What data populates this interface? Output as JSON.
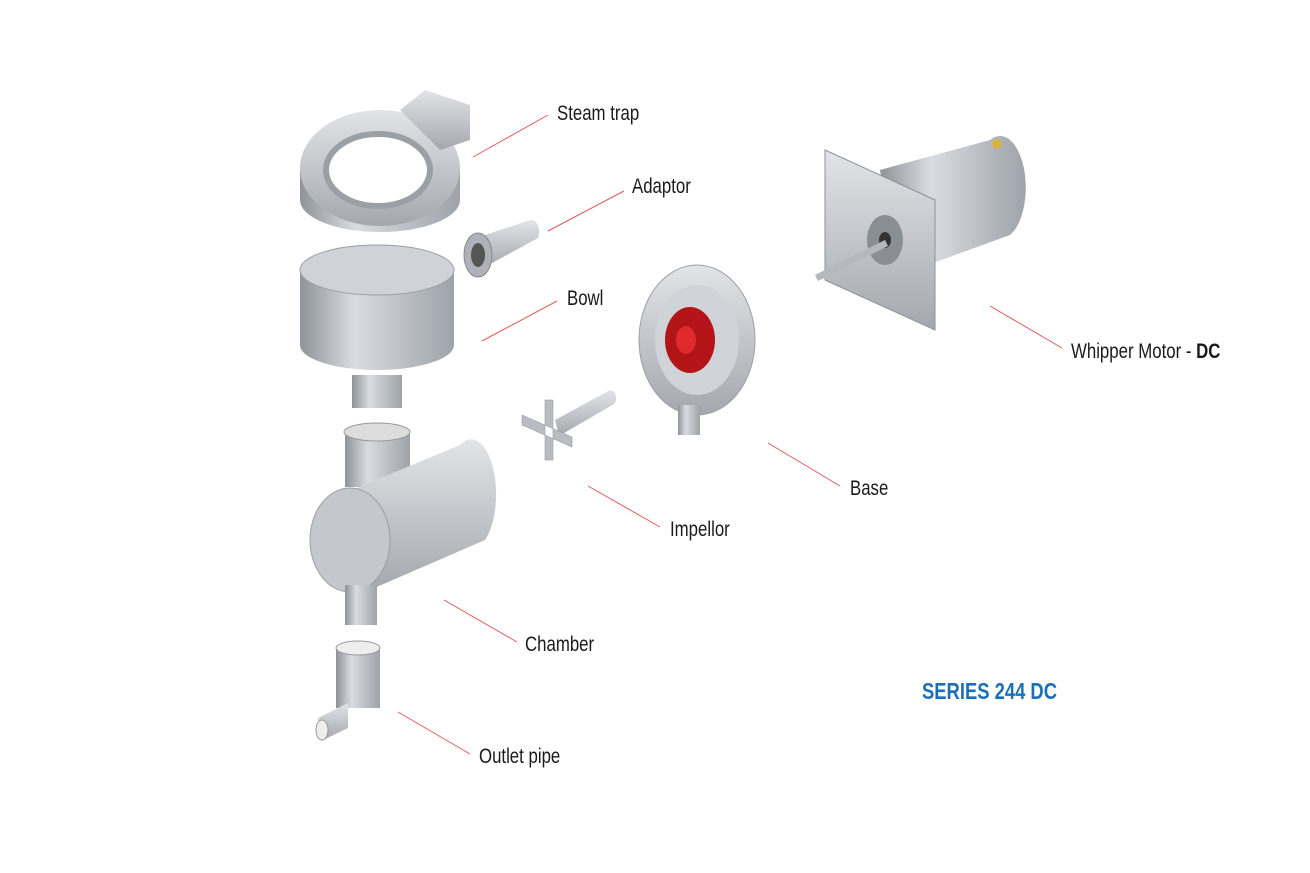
{
  "title": "SERIES 244 DC",
  "colors": {
    "leader": "#e05a5a",
    "title": "#1b6fb8",
    "metal": "#b8bcc2",
    "red_part": "#c0151a"
  },
  "labels": {
    "steam_trap": "Steam trap",
    "adaptor": "Adaptor",
    "bowl": "Bowl",
    "whipper_motor": "Whipper Motor - ",
    "whipper_motor_suffix": "DC",
    "base": "Base",
    "impellor": "Impellor",
    "chamber": "Chamber",
    "outlet_pipe": "Outlet pipe"
  }
}
